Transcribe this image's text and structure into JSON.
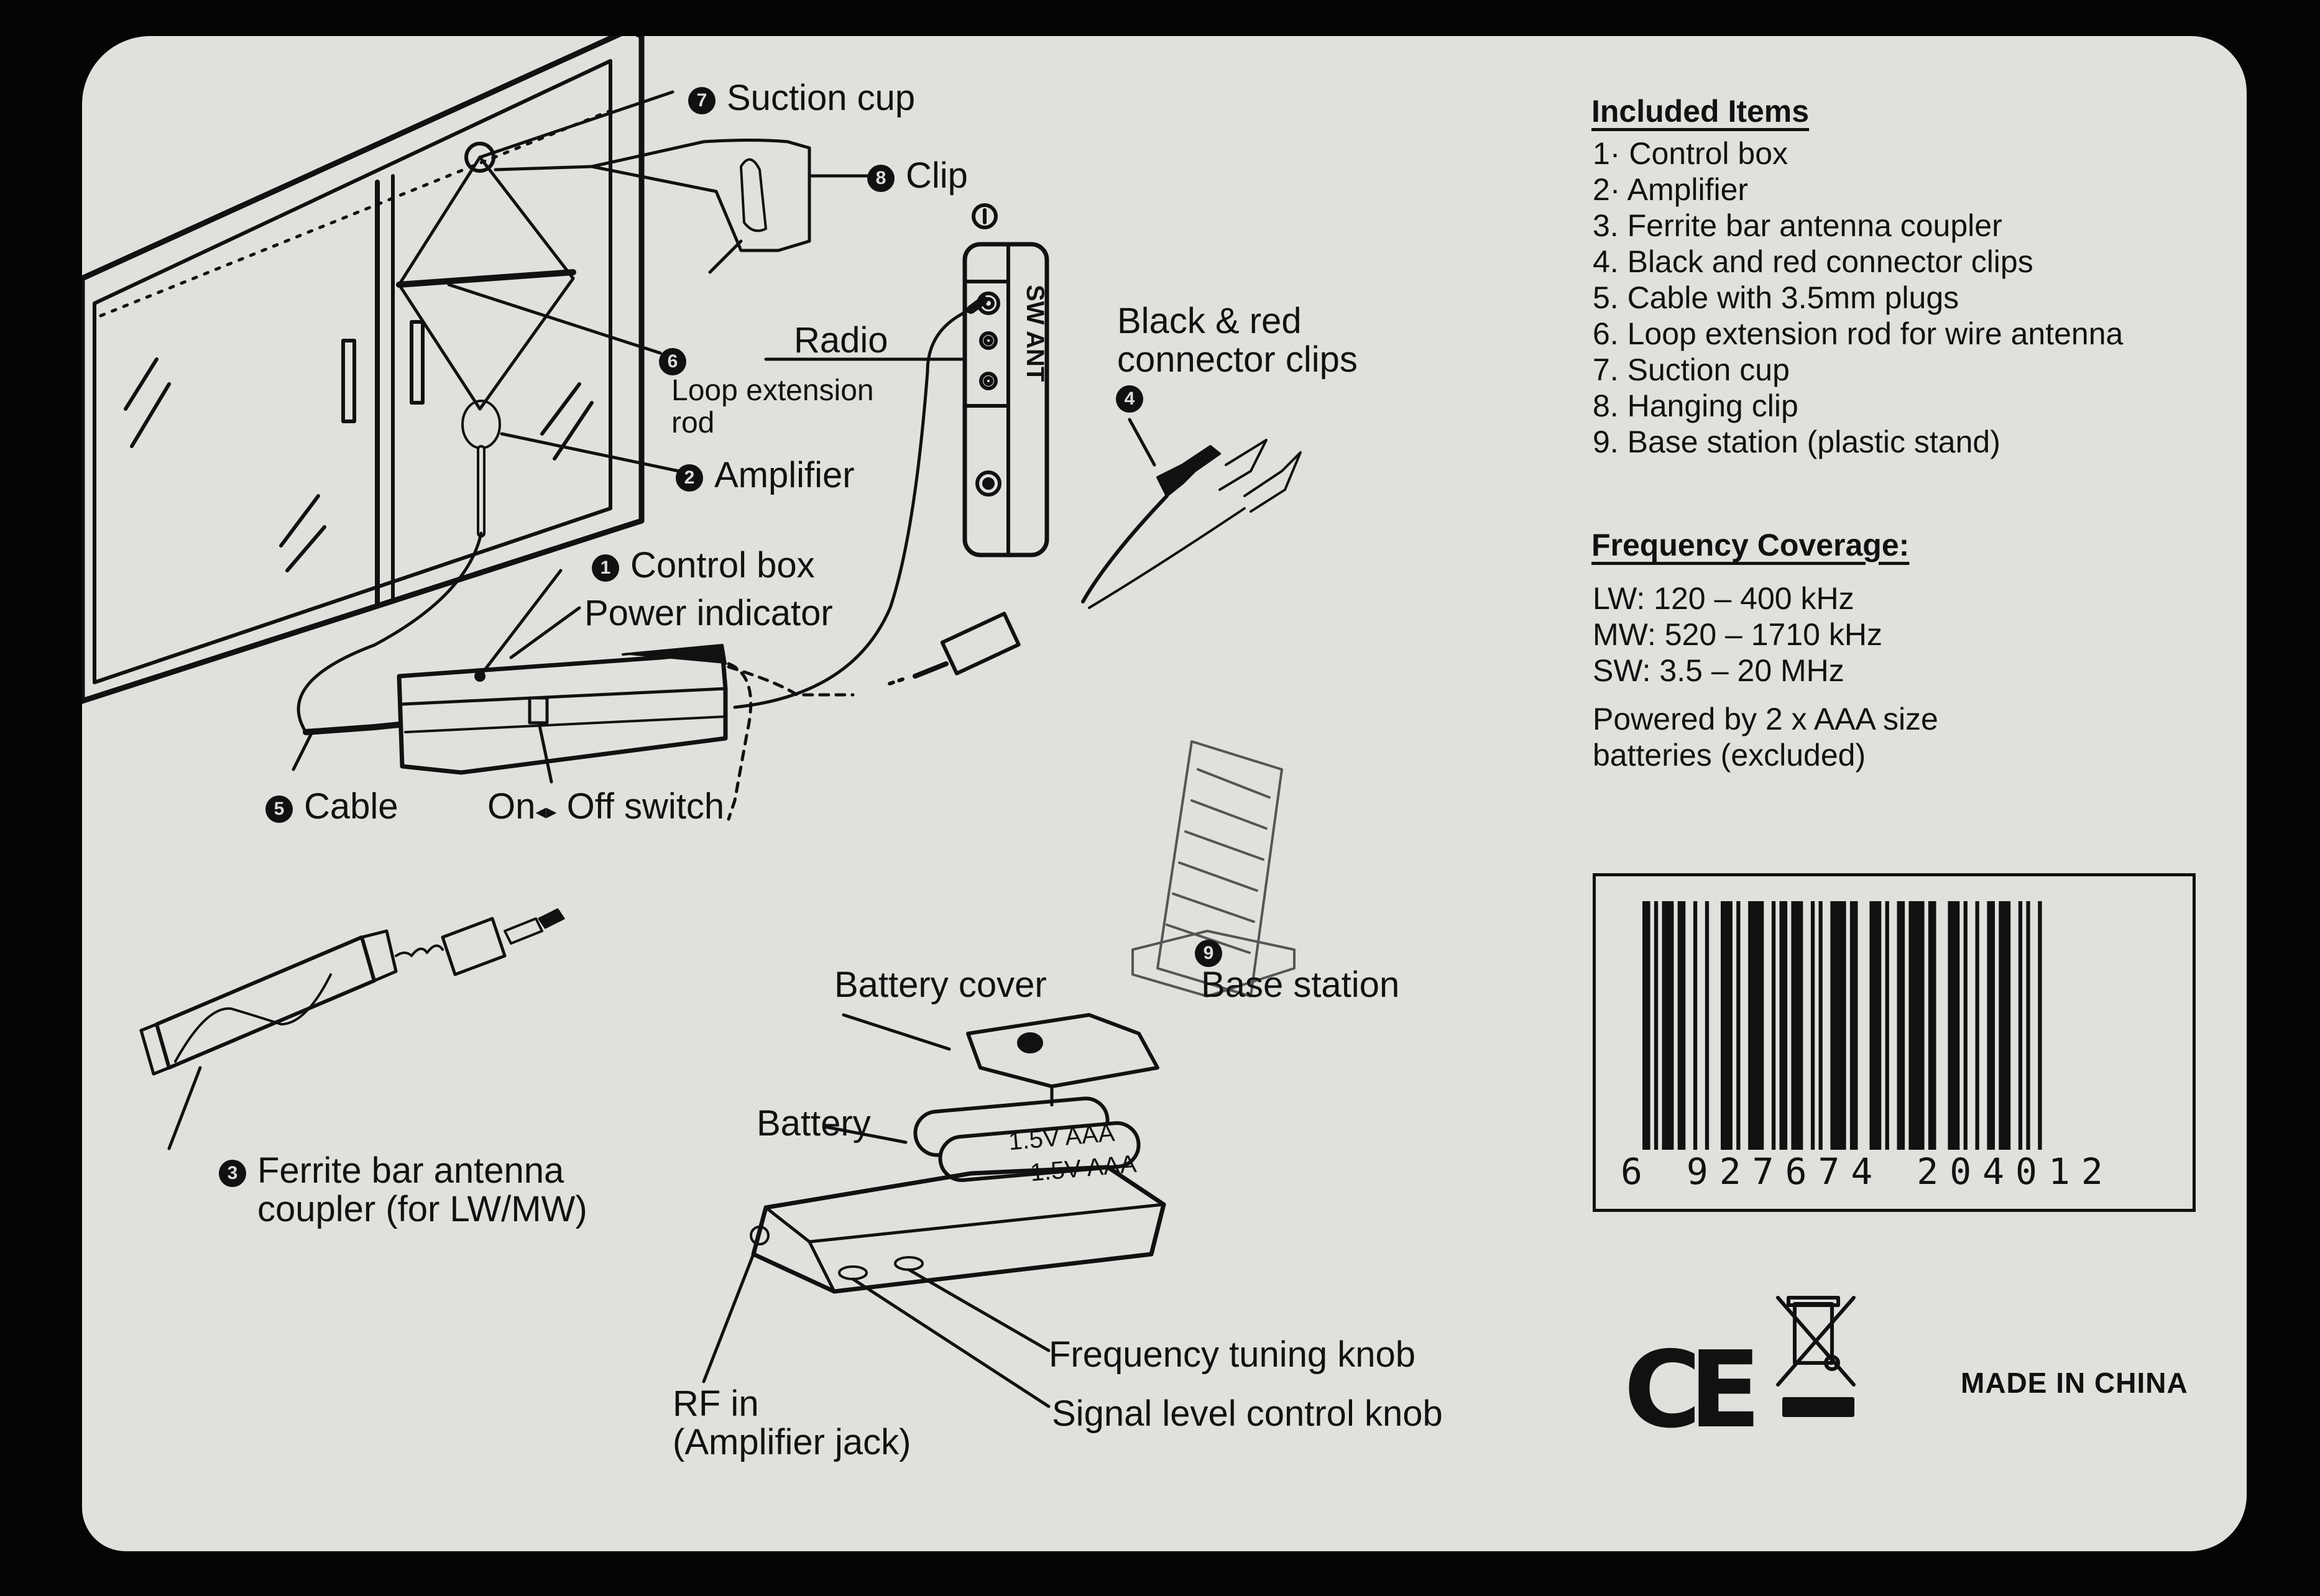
{
  "diagram": {
    "callouts": {
      "suction_cup": {
        "num": "7",
        "label": "Suction cup"
      },
      "clip": {
        "num": "8",
        "label": "Clip"
      },
      "loop_rod": {
        "num": "6",
        "label_line1": "Loop extension",
        "label_line2": "rod"
      },
      "amplifier": {
        "num": "2",
        "label": "Amplifier"
      },
      "radio": {
        "label": "Radio"
      },
      "radio_jack": {
        "label": "SW ANT"
      },
      "clips": {
        "num": "4",
        "label_line1": "Black & red",
        "label_line2": "connector clips"
      },
      "control_box": {
        "num": "1",
        "label": "Control box"
      },
      "power_indicator": {
        "label": "Power indicator"
      },
      "cable": {
        "num": "5",
        "label": "Cable"
      },
      "switch": {
        "on": "On",
        "off": "Off switch"
      },
      "base_station": {
        "num": "9",
        "label": "Base station"
      },
      "ferrite": {
        "num": "3",
        "label_line1": "Ferrite bar antenna",
        "label_line2": "coupler (for LW/MW)"
      },
      "battery_cover": {
        "label": "Battery cover"
      },
      "battery": {
        "label": "Battery",
        "cell_label": "1.5V AAA"
      },
      "rf_in": {
        "label_line1": "RF  in",
        "label_line2": "(Amplifier jack)"
      },
      "tuning_knob": {
        "label": "Frequency tuning knob"
      },
      "signal_knob": {
        "label": "Signal level control knob"
      }
    }
  },
  "included_items": {
    "title": "Included Items",
    "items": [
      "1· Control  box",
      "2· Amplifier",
      "3. Ferrite bar antenna coupler",
      "4. Black and red connector clips",
      "5. Cable with 3.5mm plugs",
      "6. Loop extension rod for wire antenna",
      "7. Suction cup",
      "8. Hanging clip",
      "9. Base station (plastic stand)"
    ]
  },
  "frequency_coverage": {
    "title": "Frequency Coverage:",
    "bands": [
      "LW:  120 – 400 kHz",
      "MW: 520 – 1710 kHz",
      "SW:  3.5 – 20 MHz"
    ],
    "power_line1": "Powered by 2 x AAA size",
    "power_line2": "batteries (excluded)"
  },
  "barcode": {
    "digits": "6 927674 204012"
  },
  "marks": {
    "ce": "CE",
    "weee_icon": "crossed-out-wheelie-bin-icon",
    "origin": "MADE IN CHINA"
  },
  "colors": {
    "card": "#dfe2dc",
    "ink": "#111111",
    "background": "#050505"
  }
}
